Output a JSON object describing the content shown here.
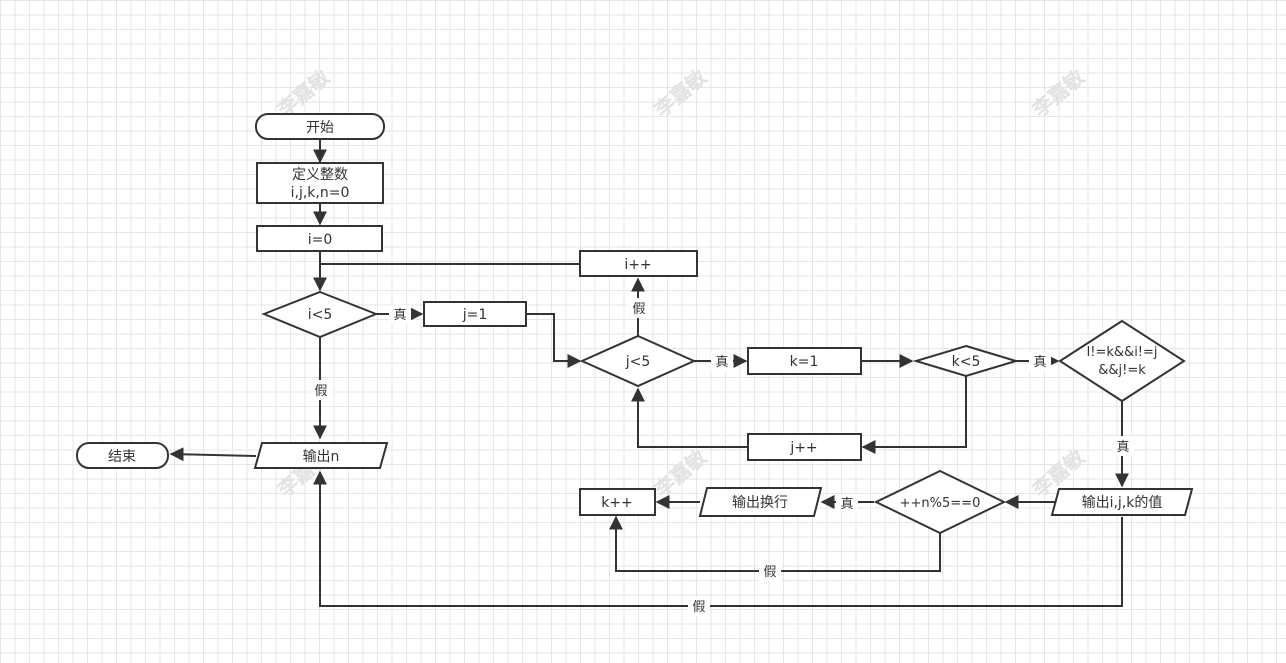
{
  "colors": {
    "stroke": "#333333",
    "fill": "#ffffff",
    "grid": "#e6e6e6",
    "watermark": "#e2e2e2"
  },
  "watermark": "李嘉敏",
  "nodes": {
    "start": "开始",
    "define_line1": "定义整数",
    "define_line2": "i,j,k,n=0",
    "init_i": "i=0",
    "cond_i": "i<5",
    "init_j": "j=1",
    "inc_i": "i++",
    "cond_j": "j<5",
    "init_k": "k=1",
    "cond_k": "k<5",
    "cond_diff_line1": "I!=k&&i!=j",
    "cond_diff_line2": "&&j!=k",
    "inc_j": "j++",
    "output_n": "输出n",
    "end": "结束",
    "output_ijk": "输出i,j,k的值",
    "cond_mod": "++n%5==0",
    "output_newline": "输出换行",
    "inc_k": "k++"
  },
  "edge_labels": {
    "cond_i_true": "真",
    "cond_i_false": "假",
    "cond_j_true": "真",
    "cond_j_false": "假",
    "cond_k_true": "真",
    "cond_diff_true": "真",
    "cond_mod_true": "真",
    "cond_mod_false": "假",
    "diff_false": "假"
  }
}
